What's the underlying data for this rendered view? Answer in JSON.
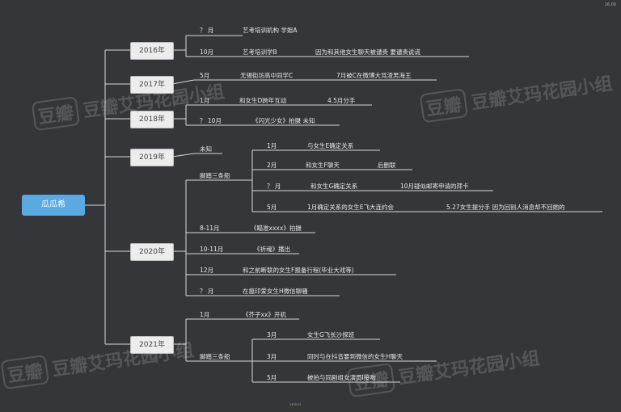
{
  "root": {
    "label": "瓜瓜希"
  },
  "corner_text": "16:00",
  "footer_text": "xmind",
  "watermarks": [
    {
      "badge": "豆瓣",
      "text": "豆瓣艾玛花园小组"
    },
    {
      "badge": "豆瓣",
      "text": "豆瓣艾玛花园小组"
    },
    {
      "badge": "豆瓣",
      "text": "豆瓣艾玛花园小组"
    },
    {
      "badge": "豆瓣",
      "text": "豆瓣艾玛花园小组"
    }
  ],
  "years": [
    {
      "label": "2016年",
      "items": [
        {
          "a": "？ 月",
          "b": "艺考培训机构 学姐A"
        },
        {
          "a": "10月",
          "b": "艺考培训学B",
          "c": "因为和其他女生聊天被谴责 要谴责说谎"
        }
      ]
    },
    {
      "label": "2017年",
      "items": [
        {
          "a": "5月",
          "b": "无锡街坊高中同学C",
          "c": "7月被C在微博大骂渣男海王"
        }
      ]
    },
    {
      "label": "2018年",
      "items": [
        {
          "a": "1月",
          "b": "和女生D跨年互动",
          "c": "4.5月分手"
        },
        {
          "a": "？ 10月",
          "b": "《闪光少女》拍摄 未知"
        }
      ]
    },
    {
      "label": "2019年",
      "items": [
        {
          "a": "未知"
        }
      ]
    },
    {
      "label": "2020年",
      "group": {
        "label": "脚踏三条船",
        "items": [
          {
            "a": "1月",
            "b": "与女生E确定关系"
          },
          {
            "a": "2月",
            "b": "和女生F聊天",
            "c": "后删联"
          },
          {
            "a": "？ 月",
            "b": "和女生G确定关系",
            "c": "10月疑似邮寄申请的拜卡"
          },
          {
            "a": "5月",
            "b": "1月确定关系的女生E飞大连约会",
            "c": "5.27女生提分手 因为回别人消息却不回她的"
          }
        ]
      },
      "items": [
        {
          "a": "8-11月",
          "b": "《瞄准xxxx》拍摄"
        },
        {
          "a": "10-11月",
          "b": "《祈魂》播出"
        },
        {
          "a": "12月",
          "b": "和之前断联的女生F报备行程(毕业大戏等)"
        },
        {
          "a": "？ 月",
          "b": "在瘟印爱女生H微信聊骚"
        }
      ]
    },
    {
      "label": "2021年",
      "items": [
        {
          "a": "1月",
          "b": "《芥子xx》开机"
        }
      ],
      "group": {
        "label": "脚踏三条船",
        "items": [
          {
            "a": "3月",
            "b": "女生G飞长沙探班"
          },
          {
            "a": "3月",
            "b": "同时与在抖音要到微信的女生H聊天"
          },
          {
            "a": "5月",
            "b": "被拍与同剧组女演员I接吻"
          }
        ]
      }
    }
  ]
}
